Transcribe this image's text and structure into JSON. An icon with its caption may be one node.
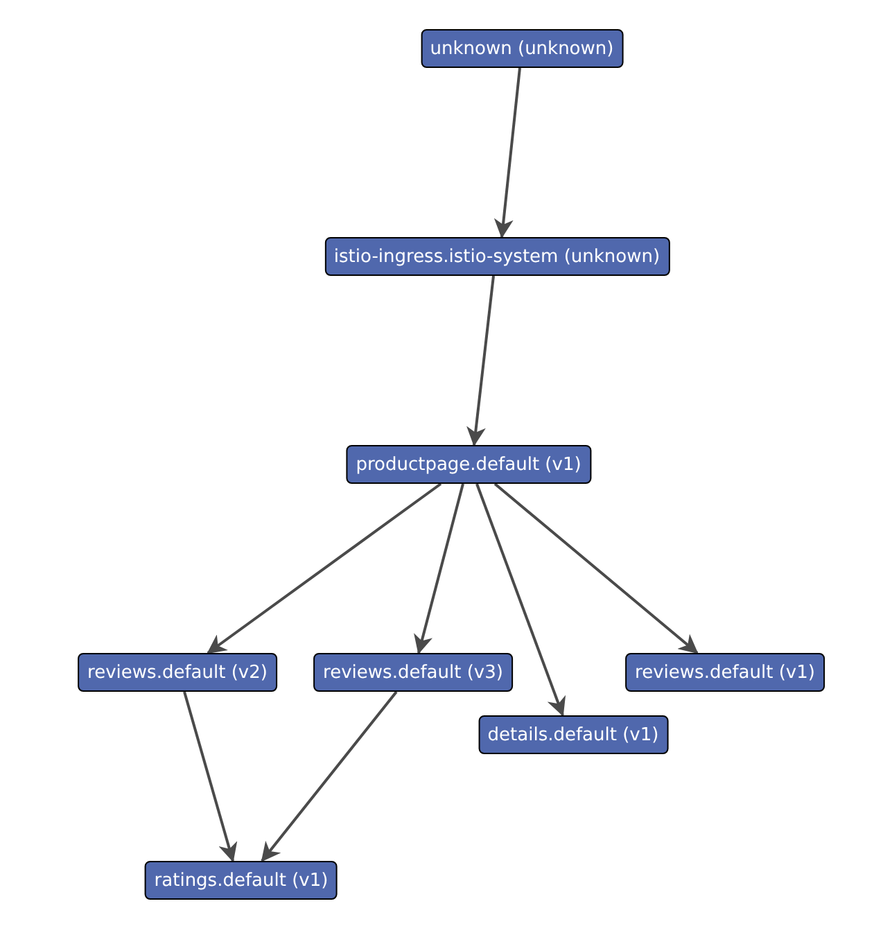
{
  "diagram": {
    "nodes": [
      {
        "text": [
          "unknown (unknown)"
        ]
      },
      {
        "text": [
          "istio-ingress.istio-system (unknown)"
        ]
      },
      {
        "text": [
          "productpage.default (v1)"
        ]
      },
      {
        "text": [
          "reviews.default (v2)"
        ]
      },
      {
        "text": [
          "reviews.default (v3)"
        ]
      },
      {
        "text": [
          "reviews.default (v1)"
        ]
      },
      {
        "text": [
          "details.default (v1)"
        ]
      },
      {
        "text": [
          "ratings.default (v1)"
        ]
      }
    ],
    "edges": [
      {
        "from": 0,
        "to": 1,
        "arrow": "to"
      },
      {
        "from": 1,
        "to": 2,
        "arrow": "to"
      },
      {
        "from": 2,
        "to": 3,
        "arrow": "to"
      },
      {
        "from": 2,
        "to": 4,
        "arrow": "to"
      },
      {
        "from": 2,
        "to": 6,
        "arrow": "to"
      },
      {
        "from": 2,
        "to": 5,
        "arrow": "to"
      },
      {
        "from": 3,
        "to": 7,
        "arrow": "to"
      },
      {
        "from": 4,
        "to": 7,
        "arrow": "to"
      }
    ]
  }
}
